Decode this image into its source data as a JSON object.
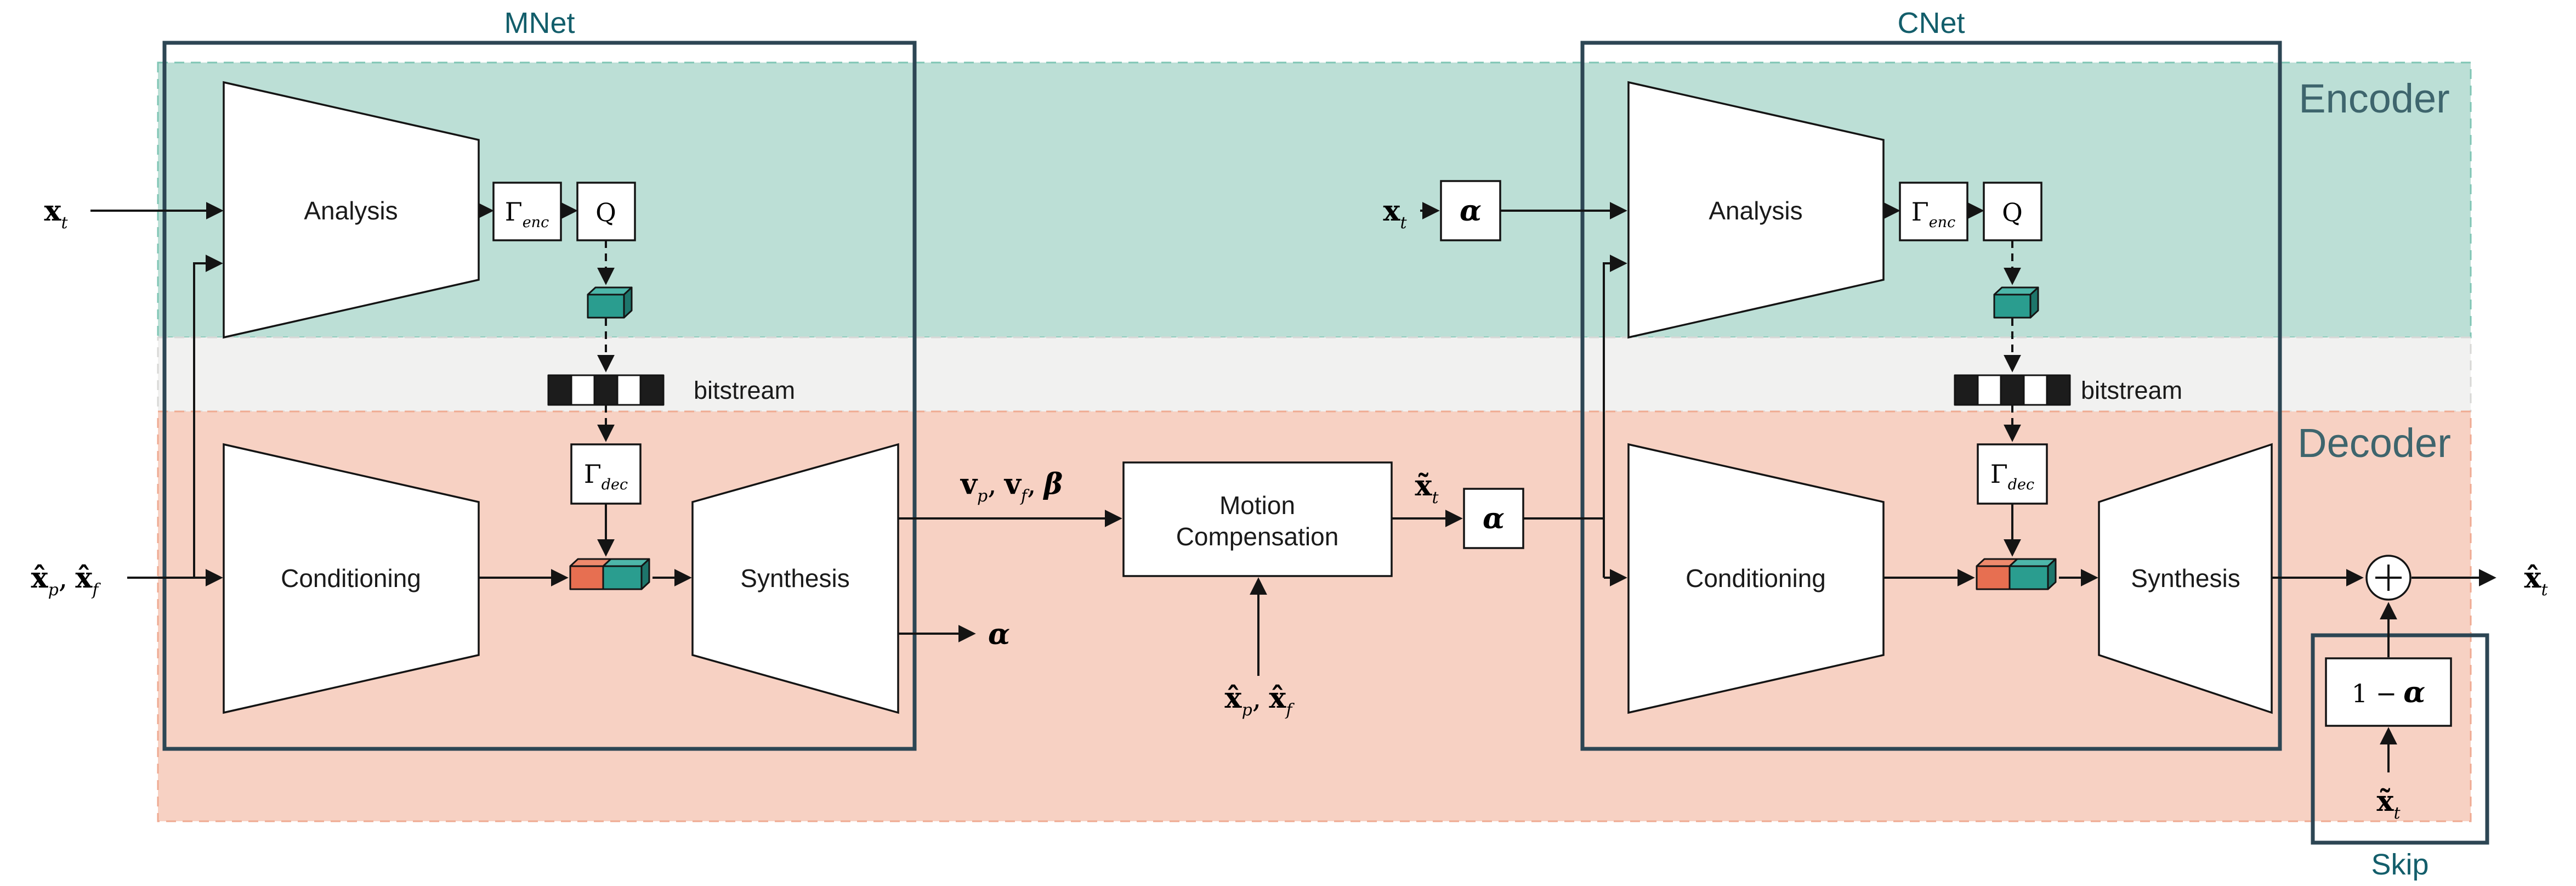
{
  "figure": {
    "encoder_band_label": "Encoder",
    "decoder_band_label": "Decoder"
  },
  "groups": {
    "mnet": "MNet",
    "cnet": "CNet",
    "skip": "Skip"
  },
  "blocks": {
    "analysis": "Analysis",
    "conditioning": "Conditioning",
    "synthesis": "Synthesis",
    "motion_line1": "Motion",
    "motion_line2": "Compensation",
    "quantizer": "Q",
    "gamma": "Γ",
    "enc_sub": "enc",
    "dec_sub": "dec",
    "bitstream": "bitstream",
    "one_minus": "1 −"
  },
  "signals": {
    "x": "x",
    "xhat": "x̂",
    "xtilde": "x̃",
    "v": "v",
    "beta": "β",
    "alpha": "α",
    "sub_t": "t",
    "sub_p": "p",
    "sub_f": "f",
    "comma": ","
  },
  "palette": {
    "encoder_band_fill": "#bcdfd6",
    "encoder_band_border": "#7fc5b4",
    "bitstream_band_fill": "#f1f1f0",
    "bitstream_band_border": "#d8d8d6",
    "decoder_band_fill": "#f7d1c3",
    "decoder_band_border": "#efaa92",
    "group_border": "#2d4654",
    "group_label": "#135e6b",
    "band_label": "#3e656d",
    "wire": "#141414",
    "latent_teal": "#2a9d8f",
    "latent_teal_top": "#4db6a9",
    "latent_teal_side": "#1e756b",
    "latent_red": "#e76f51",
    "latent_red_top": "#ee8a6d",
    "latent_red_side": "#c2543b",
    "bit_dark": "#1c1c1c",
    "bit_light": "#ffffff"
  }
}
